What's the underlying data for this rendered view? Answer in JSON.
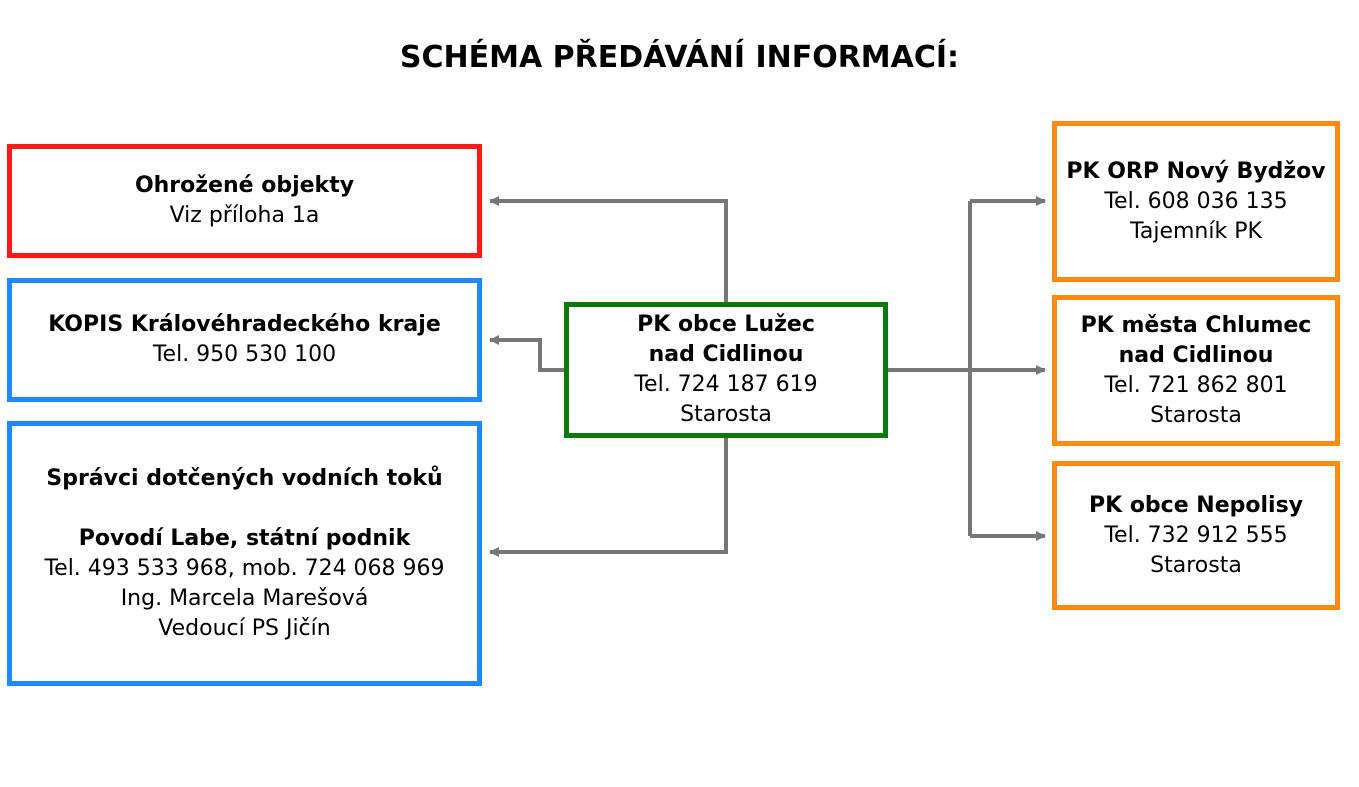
{
  "title": "SCHÉMA PŘEDÁVÁNÍ INFORMACÍ:",
  "colors": {
    "red": "#ff1a1a",
    "blue": "#1f88ff",
    "green": "#0a7a0a",
    "orange": "#fb8a12",
    "connector": "#777777"
  },
  "nodes": {
    "ohrozene": {
      "name": "Ohrožené objekty",
      "detail": "Viz příloha 1a"
    },
    "kopis": {
      "name": "KOPIS Královéhradeckého kraje",
      "phone": "Tel. 950 530 100"
    },
    "spravci": {
      "heading": "Správci dotčených vodních toků",
      "org": "Povodí Labe, státní podnik",
      "phone": "Tel. 493 533 968, mob. 724 068 969",
      "person": "Ing. Marcela Marešová",
      "role": "Vedoucí PS Jičín"
    },
    "center": {
      "name_line1": "PK obce Lužec",
      "name_line2": "nad Cidlinou",
      "phone": "Tel. 724 187 619",
      "role": "Starosta"
    },
    "orp": {
      "name": "PK ORP Nový Bydžov",
      "phone": "Tel. 608 036 135",
      "role": "Tajemník PK"
    },
    "chlumec": {
      "name_line1": "PK města Chlumec",
      "name_line2": "nad Cidlinou",
      "phone": "Tel. 721 862 801",
      "role": "Starosta"
    },
    "nepolisy": {
      "name": "PK obce Nepolisy",
      "phone": "Tel. 732 912 555",
      "role": "Starosta"
    }
  },
  "edges": [
    {
      "from": "center",
      "to": "ohrozene"
    },
    {
      "from": "center",
      "to": "kopis"
    },
    {
      "from": "center",
      "to": "spravci"
    },
    {
      "from": "center",
      "to": "orp"
    },
    {
      "from": "center",
      "to": "chlumec"
    },
    {
      "from": "center",
      "to": "nepolisy"
    }
  ]
}
